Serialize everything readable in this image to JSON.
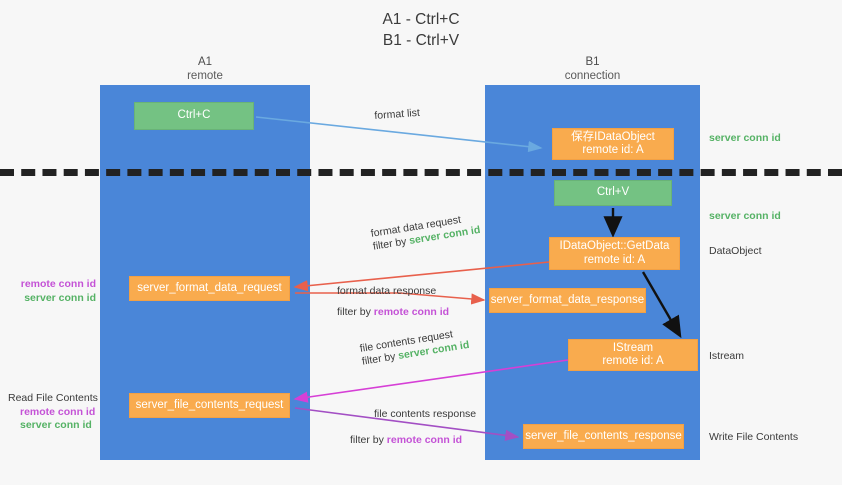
{
  "title": {
    "line1": "A1 - Ctrl+C",
    "line2": "B1 - Ctrl+V"
  },
  "lanes": [
    {
      "name": "A1",
      "sub": "remote",
      "color": "#4a86d8"
    },
    {
      "name": "B1",
      "sub": "connection",
      "color": "#4a86d8"
    }
  ],
  "colors": {
    "lane": "#4a86d8",
    "green_node": "#74c283",
    "orange_node": "#f9ab4e",
    "server_conn_id": "#55b265",
    "remote_conn_id": "#c452d6",
    "divider": "#222222",
    "arrow_blue": "#6aa9e0",
    "arrow_red": "#e8604c",
    "arrow_magenta": "#d63fd6",
    "arrow_purple": "#a34fc4",
    "arrow_black": "#111111"
  },
  "nodes": {
    "ctrl_c": {
      "label": "Ctrl+C"
    },
    "ctrl_v": {
      "label": "Ctrl+V"
    },
    "idataobject": {
      "line1": "保存IDataObject",
      "line2": "remote id: A"
    },
    "getdata": {
      "line1": "IDataObject::GetData",
      "line2": "remote id: A"
    },
    "istream": {
      "line1": "IStream",
      "line2": "remote id: A"
    },
    "format_data_request": {
      "label": "server_format_data_request"
    },
    "format_data_response": {
      "label": "server_format_data_response"
    },
    "file_contents_request": {
      "label": "server_file_contents_request"
    },
    "file_contents_response": {
      "label": "server_file_contents_response"
    }
  },
  "edge_labels": {
    "format_list": "format list",
    "format_data_request": "format data request",
    "format_data_request_filter_prefix": "filter by ",
    "format_data_request_filter_value": "server conn id",
    "format_data_response": "format data response",
    "format_data_response_filter_prefix": "filter by ",
    "format_data_response_filter_value": "remote conn id",
    "file_contents_request": "file contents request",
    "file_contents_request_filter_prefix": "filter by ",
    "file_contents_request_filter_value": "server conn id",
    "file_contents_response": "file contents response",
    "file_contents_response_filter_prefix": "filter by ",
    "file_contents_response_filter_value": "remote conn id"
  },
  "annotations": {
    "left_remote_conn_id": "remote conn id",
    "left_server_conn_id": "server conn id",
    "read_file_contents": "Read File Contents",
    "left2_remote_conn_id": "remote conn id",
    "left2_server_conn_id": "server conn id",
    "right_server_conn_id_top": "server conn id",
    "right_server_conn_id_mid": "server conn id",
    "right_dataobject": "DataObject",
    "right_istream": "Istream",
    "right_write_file_contents": "Write File Contents"
  }
}
